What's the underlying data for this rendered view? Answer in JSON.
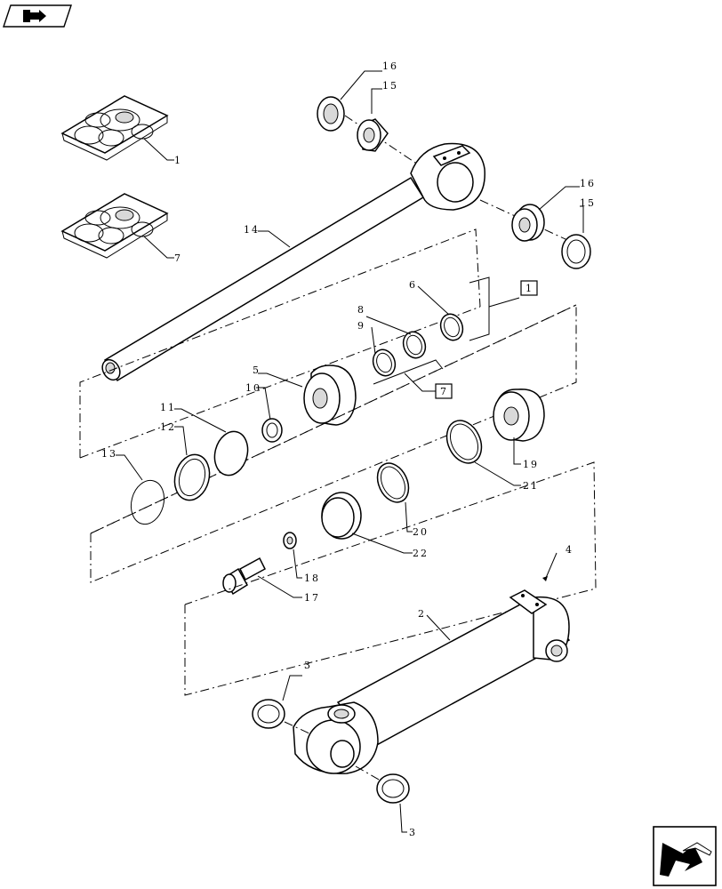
{
  "nav": {
    "top_left_icon": "book-arrow-icon",
    "bottom_right_icon": "next-page-arrow-icon"
  },
  "callouts": {
    "c1": "1",
    "c7": "7",
    "c14": "14",
    "c16a": "16",
    "c15a": "15",
    "c16b": "16",
    "c15b": "15",
    "c6": "6",
    "c8": "8",
    "c9": "9",
    "c5": "5",
    "c10": "10",
    "c11": "11",
    "c12": "12",
    "c13": "13",
    "c19": "19",
    "c21": "21",
    "c20": "20",
    "c22": "22",
    "c18": "18",
    "c17": "17",
    "c4": "4",
    "c2": "2",
    "c3a": "3",
    "c3b": "3",
    "box1": "1",
    "box7": "7"
  }
}
